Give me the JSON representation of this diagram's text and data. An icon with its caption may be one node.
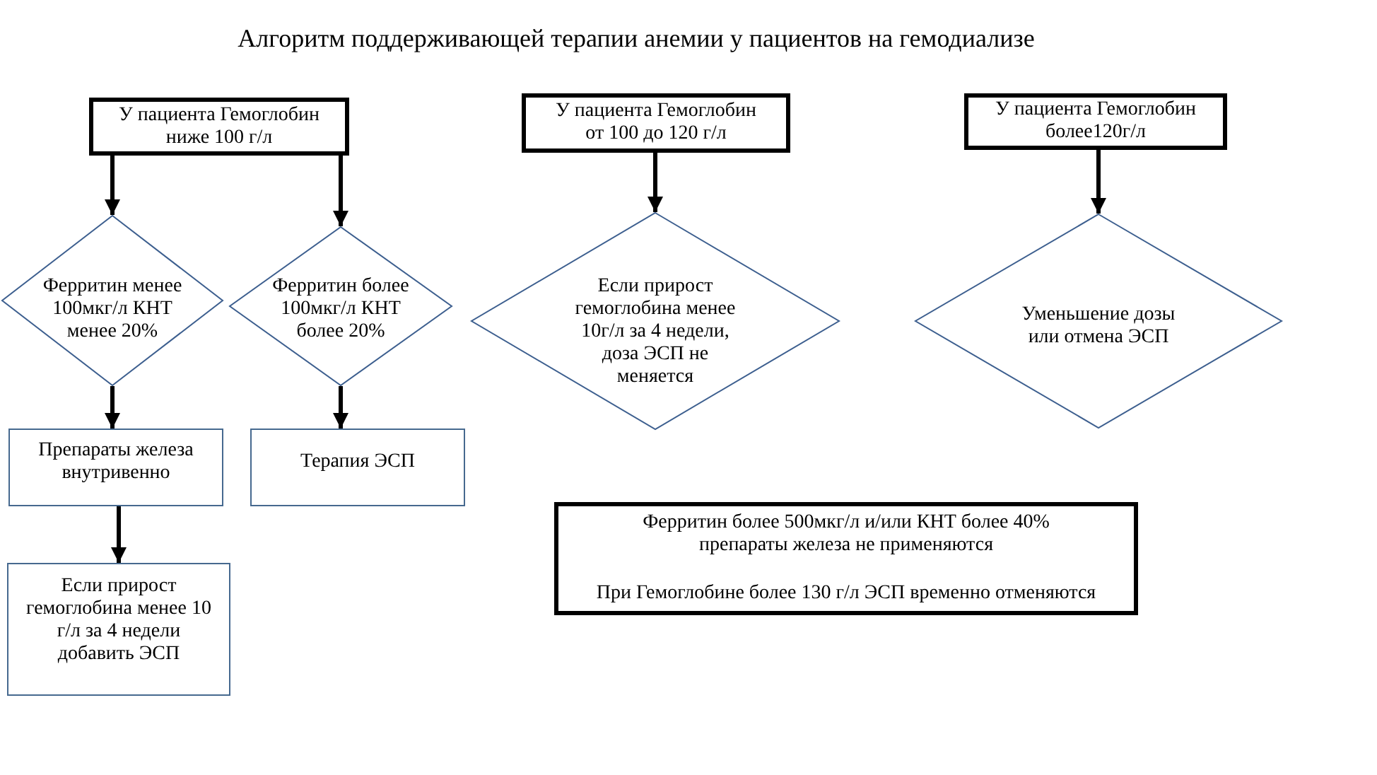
{
  "diagram": {
    "title": "Алгоритм поддерживающей терапии анемии у пациентов на гемодиализе",
    "nodes": [
      {
        "text": [
          "У пациента Гемоглобин ниже 100 г/л"
        ]
      },
      {
        "text": [
          "Ферритин менее 100мкг/л КНТ менее 20%"
        ]
      },
      {
        "text": [
          "Ферритин более 100мкг/л КНТ более 20%"
        ]
      },
      {
        "text": [
          "Препараты железа внутривенно"
        ]
      },
      {
        "text": [
          "Терапия ЭСП"
        ]
      },
      {
        "text": [
          "Если прирост гемоглобина менее 10 г/л за 4 недели добавить ЭСП"
        ]
      },
      {
        "text": [
          "У пациента Гемоглобин от 100 до 120 г/л"
        ]
      },
      {
        "text": [
          "Если прирост гемоглобина менее 10г/л за 4 недели, доза ЭСП не меняется"
        ]
      },
      {
        "text": [
          "У пациента Гемоглобин более120г/л"
        ]
      },
      {
        "text": [
          "Уменьшение дозы или отмена ЭСП"
        ]
      },
      {
        "text": [
          "Ферритин более 500мкг/л и/или КНТ более 40% препараты железа не применяются",
          "При Гемоглобине более 130 г/л ЭСП временно отменяются"
        ]
      }
    ],
    "edges": [
      {
        "from": 0,
        "to": 1,
        "arrow": "to"
      },
      {
        "from": 0,
        "to": 2,
        "arrow": "to"
      },
      {
        "from": 1,
        "to": 3,
        "arrow": "to"
      },
      {
        "from": 2,
        "to": 4,
        "arrow": "to"
      },
      {
        "from": 3,
        "to": 5,
        "arrow": "to"
      },
      {
        "from": 6,
        "to": 7,
        "arrow": "to"
      },
      {
        "from": 8,
        "to": 9,
        "arrow": "to"
      }
    ]
  }
}
